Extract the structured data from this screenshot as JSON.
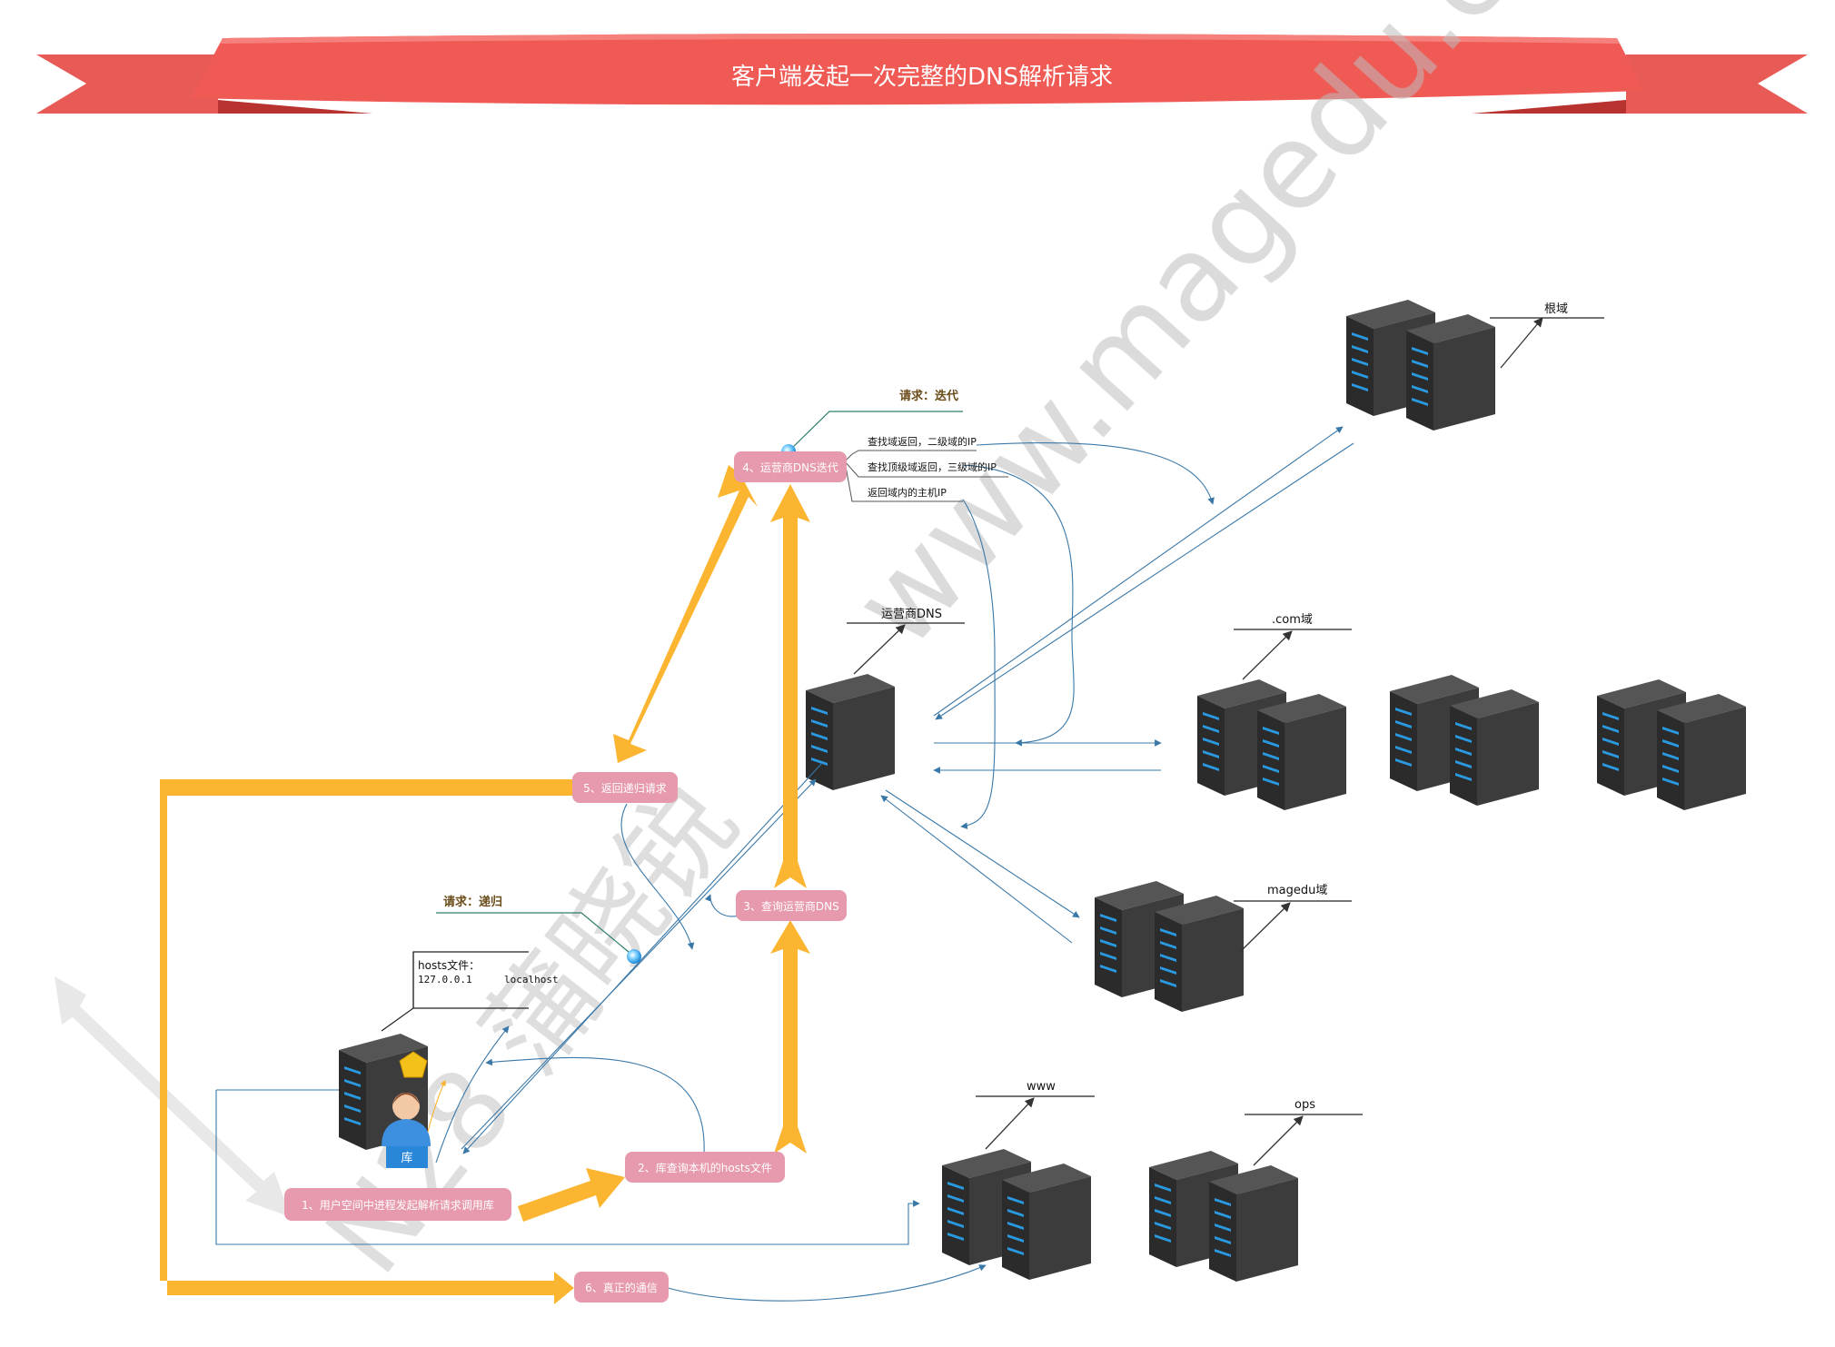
{
  "banner": {
    "title": "客户端发起一次完整的DNS解析请求"
  },
  "steps": {
    "s1": "1、用户空间中进程发起解析请求调用库",
    "s2": "2、库查询本机的hosts文件",
    "s3": "3、查询运营商DNS",
    "s4": "4、运营商DNS迭代",
    "s5": "5、返回递归请求",
    "s6": "6、真正的通信"
  },
  "notes": {
    "iterative": "请求：迭代",
    "recursive": "请求：递归",
    "iter_lines": [
      "查找域返回，二级域的IP",
      "查找顶级域返回，三级域的IP",
      "返回域内的主机IP"
    ],
    "hosts_title": "hosts文件：",
    "hosts_ip": "127.0.0.1",
    "hosts_name": "localhost",
    "lib_label": "库"
  },
  "server_labels": {
    "root": "根域",
    "isp": "运营商DNS",
    "com": ".com域",
    "magedu": "magedu域",
    "www": "www",
    "ops": "ops"
  },
  "watermark": {
    "url": "www.magedu.com",
    "name": "N28 蒲晓锐"
  },
  "colors": {
    "banner": "#f05a55",
    "banner_dark": "#d9433f",
    "step_box": "#e79aad",
    "yellow_arrow": "#fbb531",
    "thin_line": "#3a78a8",
    "server_body": "#3a3a3a",
    "server_led": "#2a9ae0"
  }
}
